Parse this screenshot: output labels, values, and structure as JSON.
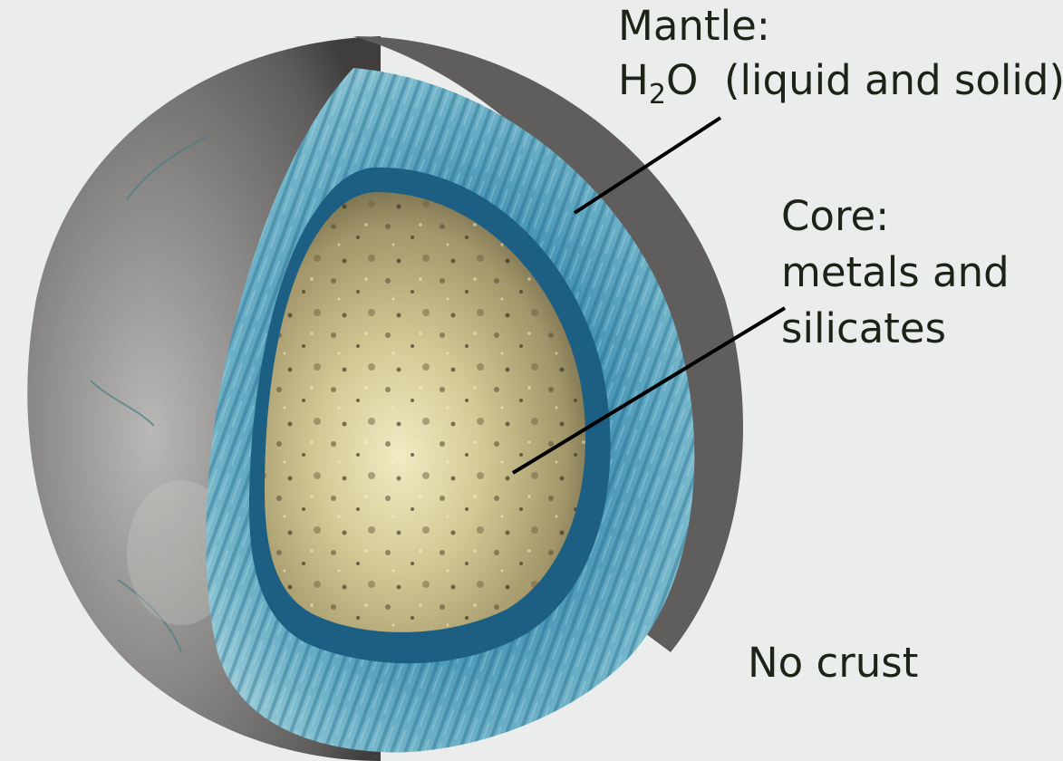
{
  "labels": {
    "mantle": {
      "title": "Mantle:",
      "formula_main": "H",
      "formula_subscript": "2",
      "formula_rest": "O",
      "detail": "(liquid and solid)"
    },
    "core": {
      "title": "Core:",
      "line1": "metals and",
      "line2": "silicates"
    },
    "crust": "No crust"
  },
  "colors": {
    "background": "#ebedec",
    "outer_shell": "#6e6d6b",
    "mantle_ice": "#4e9fbf",
    "mantle_inner_band": "#1c5f82",
    "core_rock": "#c9bc8a",
    "leader_lines": "#000000",
    "text": "#1c2418"
  }
}
